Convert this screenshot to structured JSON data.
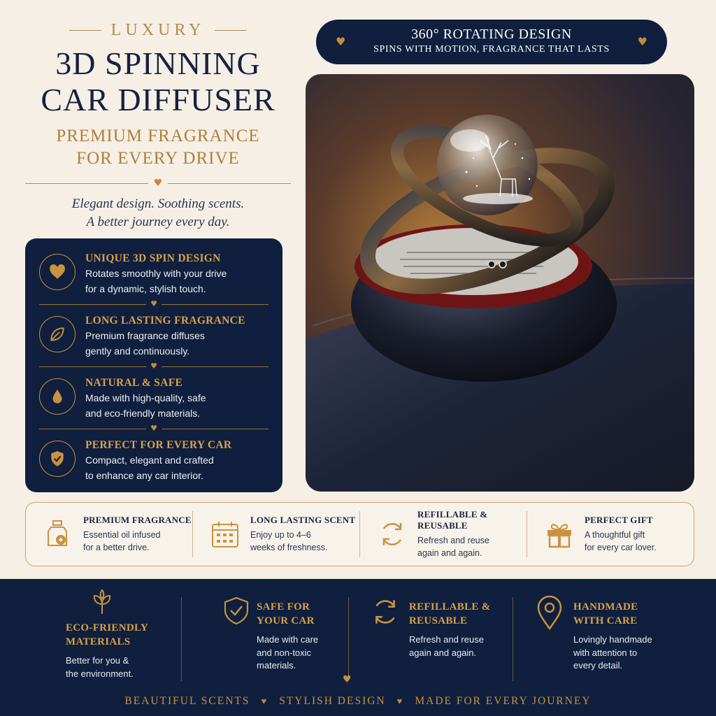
{
  "hero": {
    "eyebrow": "LUXURY",
    "title_line1": "3D SPINNING",
    "title_line2": "CAR DIFFUSER",
    "subtitle_line1": "PREMIUM FRAGRANCE",
    "subtitle_line2": "FOR EVERY DRIVE",
    "tagline_line1": "Elegant design. Soothing scents.",
    "tagline_line2": "A better journey every day."
  },
  "badge": {
    "title": "360° ROTATING DESIGN",
    "subtitle": "SPINS WITH MOTION, FRAGRANCE THAT LASTS"
  },
  "features": [
    {
      "title": "UNIQUE 3D SPIN DESIGN",
      "line1": "Rotates smoothly with your drive",
      "line2": "for a dynamic, stylish touch.",
      "icon": "heart-icon"
    },
    {
      "title": "LONG LASTING FRAGRANCE",
      "line1": "Premium fragrance diffuses",
      "line2": "gently and continuously.",
      "icon": "leaf-icon"
    },
    {
      "title": "NATURAL & SAFE",
      "line1": "Made with high-quality, safe",
      "line2": "and eco-friendly materials.",
      "icon": "droplet-icon"
    },
    {
      "title": "PERFECT FOR EVERY CAR",
      "line1": "Compact, elegant and crafted",
      "line2": "to enhance any car interior.",
      "icon": "shield-check-icon"
    }
  ],
  "benefits": [
    {
      "title": "PREMIUM FRAGRANCE",
      "line1": "Essential oil infused",
      "line2": "for a better drive.",
      "icon": "bottle-icon"
    },
    {
      "title": "LONG LASTING SCENT",
      "line1": "Enjoy up to 4–6",
      "line2": "weeks of freshness.",
      "icon": "calendar-icon"
    },
    {
      "title": "REFILLABLE & REUSABLE",
      "line1": "Refresh and reuse",
      "line2": "again and again.",
      "icon": "refresh-icon"
    },
    {
      "title": "PERFECT GIFT",
      "line1": "A thoughtful gift",
      "line2": "for every car lover.",
      "icon": "gift-icon"
    }
  ],
  "bottom": [
    {
      "title_line1": "ECO-FRIENDLY",
      "title_line2": "MATERIALS",
      "line1": "Better for you &",
      "line2": "the environment.",
      "line3": "",
      "icon": "sprout-icon"
    },
    {
      "title_line1": "SAFE FOR",
      "title_line2": "YOUR CAR",
      "line1": "Made with care",
      "line2": "and non-toxic",
      "line3": "materials.",
      "icon": "shield-check-icon"
    },
    {
      "title_line1": "REFILLABLE &",
      "title_line2": "REUSABLE",
      "line1": "Refresh and reuse",
      "line2": "again and again.",
      "line3": "",
      "icon": "refresh-icon"
    },
    {
      "title_line1": "HANDMADE",
      "title_line2": "WITH CARE",
      "line1": "Lovingly handmade",
      "line2": "with attention to",
      "line3": "every detail.",
      "icon": "location-pin-icon"
    }
  ],
  "footer_tags": [
    "BEAUTIFUL SCENTS",
    "STYLISH DESIGN",
    "MADE FOR EVERY JOURNEY"
  ],
  "colors": {
    "navy": "#0f1f3d",
    "gold": "#c9923f",
    "cream": "#f5efe6"
  }
}
